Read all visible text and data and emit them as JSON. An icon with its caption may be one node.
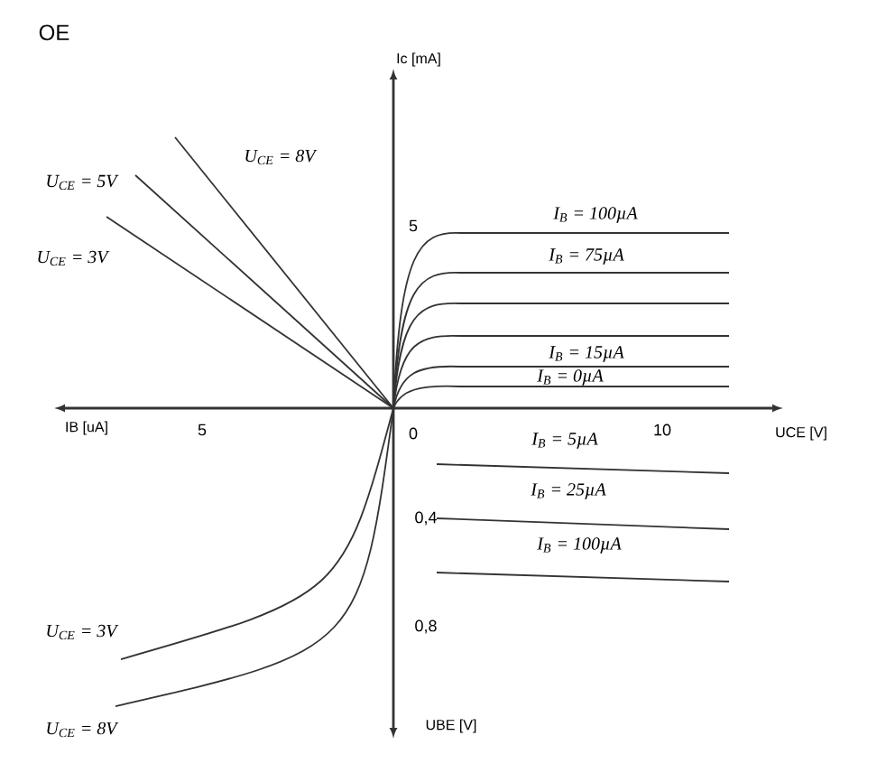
{
  "diagram": {
    "title": "OE",
    "labels": [
      "Ic [mA]",
      "U$_{CE}$ = 8V",
      "U$_{CE}$ = 5V",
      "5",
      "I$_{B}$ = 100µA",
      "I$_{B}$ = 75µA",
      "U$_{CE}$ = 3V",
      "I$_{B}$ = 15µA",
      "I$_{B}$ = 0µA",
      "IB [uA]",
      "5",
      "0",
      "10",
      "UCE [V]",
      "I$_{B}$ = 5µA",
      "I$_{B}$ = 25µA",
      "0,4",
      "I$_{B}$ = 100µA",
      "0,8",
      "U$_{CE}$ = 3V",
      "U$_{CE}$ = 8V",
      "UBE [V]"
    ]
  }
}
